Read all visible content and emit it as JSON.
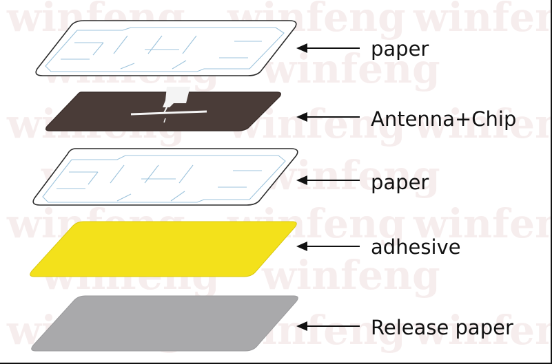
{
  "watermark": {
    "text": "winfeng"
  },
  "layers": [
    {
      "id": "paper-top",
      "label": "paper",
      "fill": "#ffffff",
      "stroke": "#2b2b2b",
      "style": "paper"
    },
    {
      "id": "antenna-chip",
      "label": "Antenna+Chip",
      "fill": "#4a3c38",
      "stroke": "#3a2e2b",
      "style": "antenna"
    },
    {
      "id": "paper-middle",
      "label": "paper",
      "fill": "#ffffff",
      "stroke": "#2b2b2b",
      "style": "paper"
    },
    {
      "id": "adhesive",
      "label": "adhesive",
      "fill": "#f3e11b",
      "stroke": "#d9c810",
      "style": "solid"
    },
    {
      "id": "release-paper",
      "label": "Release paper",
      "fill": "#a9a9ab",
      "stroke": "#9a9a9c",
      "style": "solid"
    }
  ],
  "colors": {
    "arrow": "#111111",
    "paper_hatch": "#9cc3dc",
    "chip_white": "#f4f4f4"
  }
}
